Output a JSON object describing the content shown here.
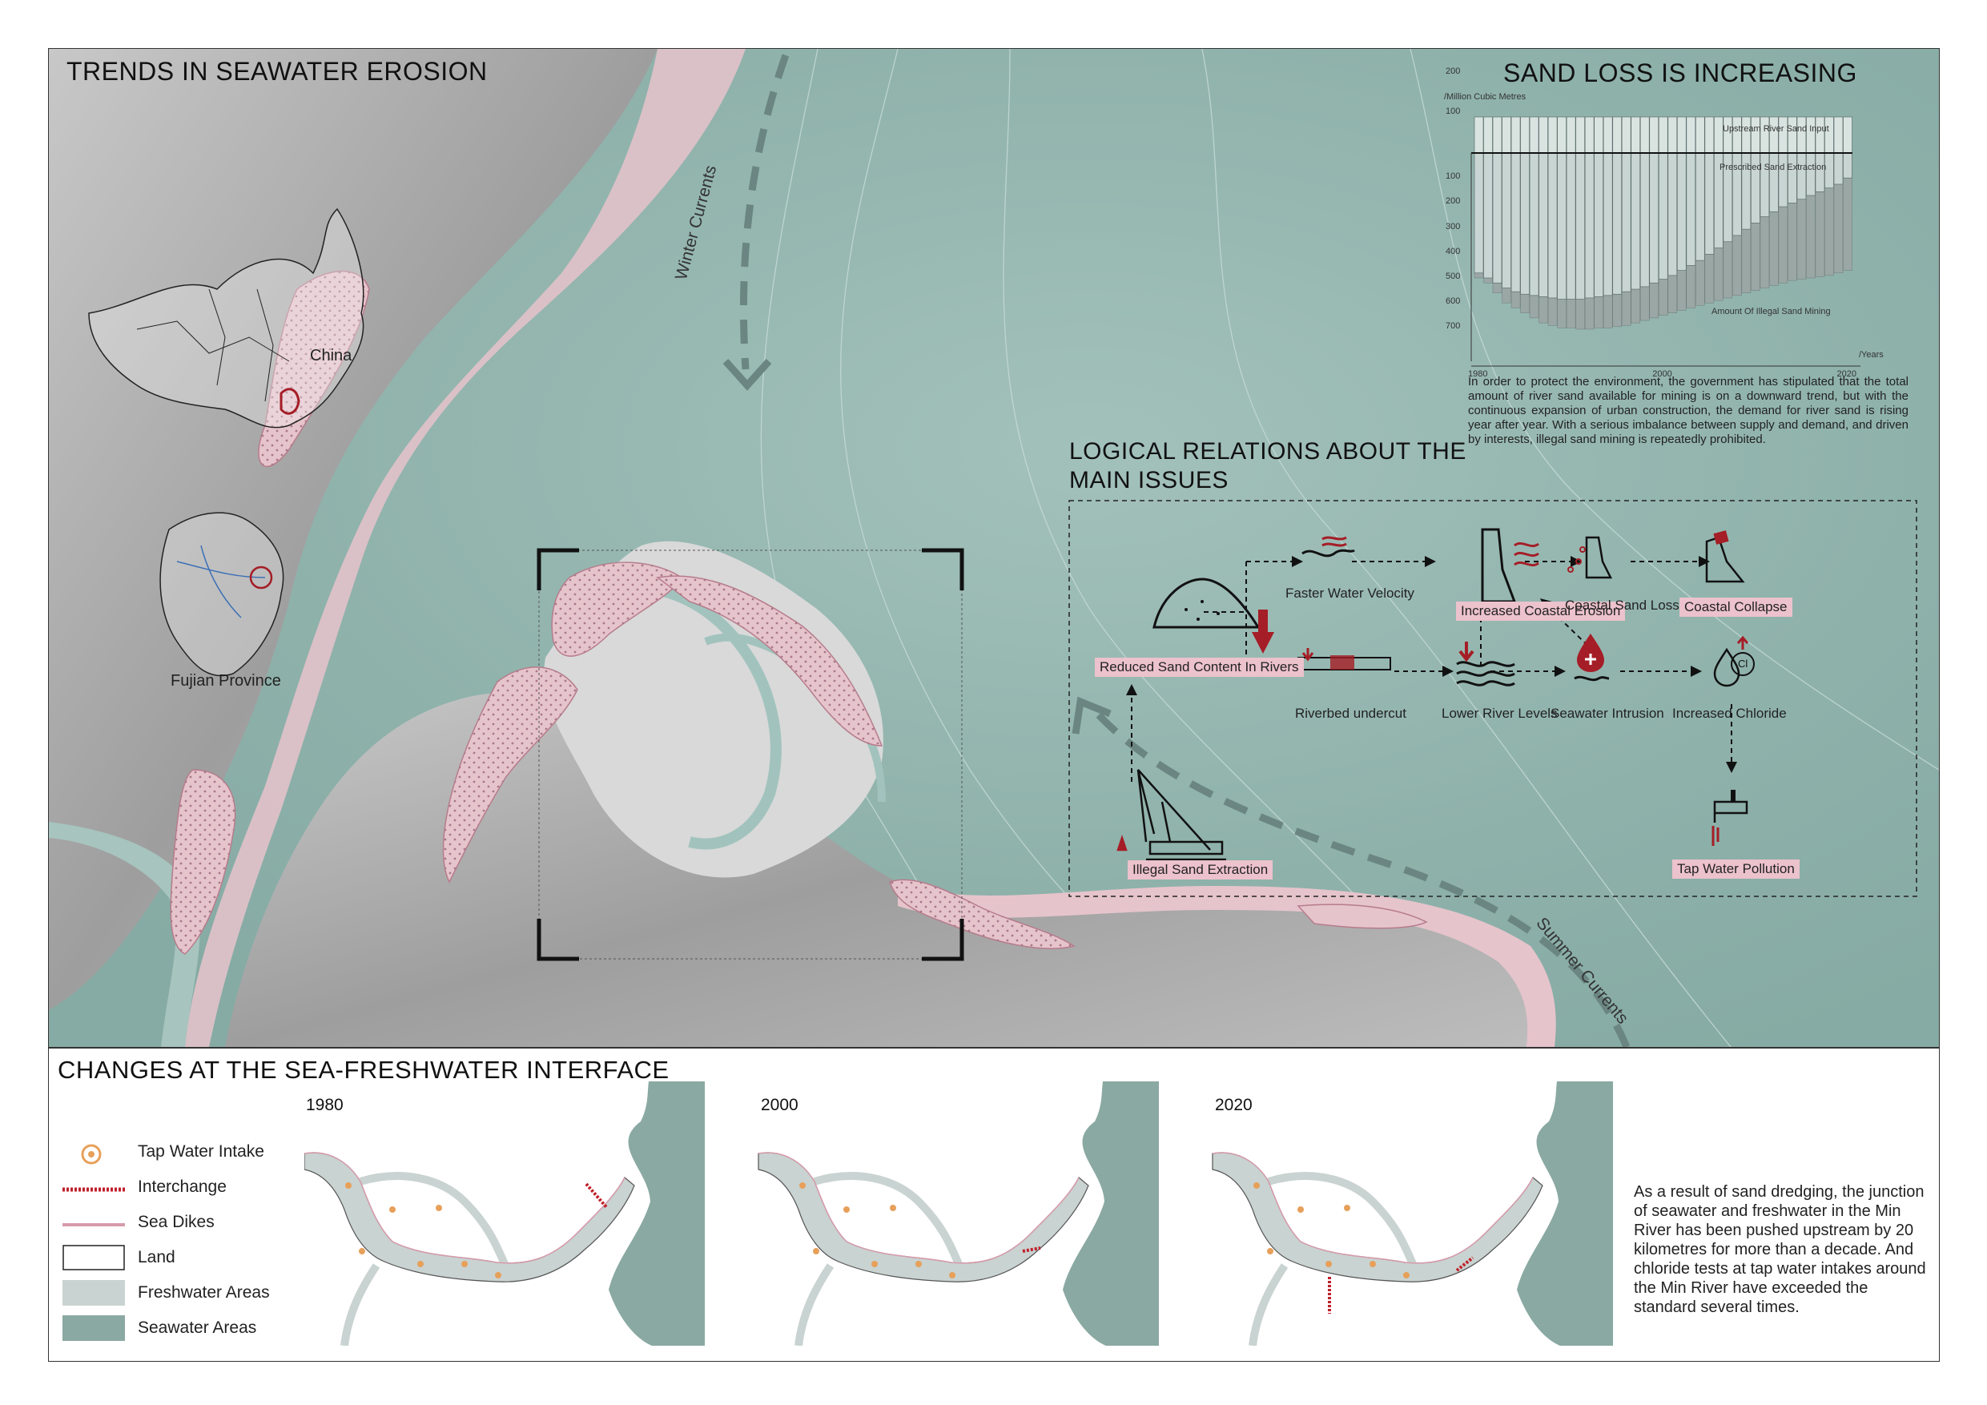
{
  "headings": {
    "trends": "TRENDS IN SEAWATER EROSION",
    "sand_loss": "SAND LOSS IS INCREASING",
    "logical_line1": "LOGICAL RELATIONS ABOUT THE",
    "logical_line2": "MAIN ISSUES",
    "changes": "CHANGES AT THE SEA-FRESHWATER INTERFACE"
  },
  "map": {
    "china_label": "China",
    "fujian_label": "Fujian Province",
    "winter_currents": "Winter Currents",
    "summer_currents": "Summer Currents"
  },
  "chart_data": {
    "type": "bar",
    "title": "SAND LOSS IS INCREASING",
    "ylabel": "/Million Cubic Metres",
    "xlabel": "/Years",
    "x_ticks": [
      "1980",
      "2000",
      "2020"
    ],
    "y_ticks_up": [
      "200",
      "100"
    ],
    "y_ticks_down": [
      "100",
      "200",
      "300",
      "400",
      "500",
      "600",
      "700"
    ],
    "series_labels": [
      "Upstream River Sand Input",
      "Prescribed Sand Extraction",
      "Amount Of Illegal Sand Mining"
    ],
    "years": [
      1980,
      1981,
      1982,
      1983,
      1984,
      1985,
      1986,
      1987,
      1988,
      1989,
      1990,
      1991,
      1992,
      1993,
      1994,
      1995,
      1996,
      1997,
      1998,
      1999,
      2000,
      2001,
      2002,
      2003,
      2004,
      2005,
      2006,
      2007,
      2008,
      2009,
      2010,
      2011,
      2012,
      2013,
      2014,
      2015,
      2016,
      2017,
      2018,
      2019,
      2020
    ],
    "upstream_input": [
      90,
      90,
      90,
      90,
      90,
      90,
      90,
      90,
      90,
      90,
      90,
      90,
      90,
      90,
      90,
      90,
      90,
      90,
      90,
      90,
      90,
      90,
      90,
      90,
      90,
      90,
      90,
      90,
      90,
      90,
      90,
      90,
      90,
      90,
      90,
      90,
      90,
      90,
      90,
      90,
      90
    ],
    "prescribed_extraction": [
      480,
      500,
      520,
      540,
      555,
      565,
      570,
      575,
      580,
      585,
      585,
      585,
      580,
      575,
      570,
      565,
      555,
      545,
      535,
      520,
      505,
      490,
      470,
      450,
      430,
      405,
      380,
      355,
      330,
      305,
      280,
      255,
      235,
      215,
      200,
      185,
      170,
      155,
      140,
      125,
      100
    ],
    "illegal_mining": [
      500,
      520,
      560,
      600,
      620,
      640,
      660,
      680,
      690,
      700,
      700,
      705,
      705,
      700,
      700,
      695,
      690,
      680,
      670,
      660,
      650,
      640,
      630,
      620,
      610,
      600,
      590,
      580,
      570,
      560,
      550,
      540,
      530,
      520,
      510,
      505,
      500,
      495,
      490,
      480,
      470
    ]
  },
  "sand_paragraph": "In order to protect the environment, the government has stipulated that the total amount of river sand available for mining is on a downward trend, but with the continuous expansion of urban construction, the demand for river sand is rising year after year. With a serious imbalance between supply and demand, and driven by interests, illegal sand mining is repeatedly prohibited.",
  "flow": {
    "reduced": "Reduced Sand Content In Rivers",
    "illegal": "Illegal Sand Extraction",
    "faster": "Faster Water Velocity",
    "erosion": "Increased Coastal Erosion",
    "sandloss": "Coastal Sand Loss",
    "collapse": "Coastal Collapse",
    "undercut": "Riverbed undercut",
    "lower": "Lower River Levels",
    "intrusion": "Seawater Intrusion",
    "chloride": "Increased Chloride",
    "chloride_symbol": "Cl",
    "tapwater": "Tap Water Pollution"
  },
  "bottom": {
    "years": [
      "1980",
      "2000",
      "2020"
    ],
    "legend": [
      {
        "label": "Tap Water Intake",
        "icon": "tap-intake-icon"
      },
      {
        "label": "Interchange",
        "icon": "interchange-icon"
      },
      {
        "label": "Sea Dikes",
        "icon": "sea-dike-icon"
      },
      {
        "label": "Land",
        "icon": "land-swatch"
      },
      {
        "label": "Freshwater Areas",
        "icon": "freshwater-swatch"
      },
      {
        "label": "Seawater Areas",
        "icon": "seawater-swatch"
      }
    ],
    "paragraph": "As a result of sand dredging, the junction of seawater and freshwater in the Min River has been pushed upstream by 20 kilometres for more than a decade. And chloride tests at tap water intakes around the Min River have exceeded the standard several times."
  },
  "colors": {
    "sea": "#8fb3ac",
    "sea_light": "#a9c6c0",
    "land": "#b5b5b5",
    "pink": "#ecc2cc",
    "dike": "#c98a9a",
    "accent_red": "#a51d26",
    "fresh": "#c9d3d1",
    "seawater": "#8aa9a2"
  }
}
